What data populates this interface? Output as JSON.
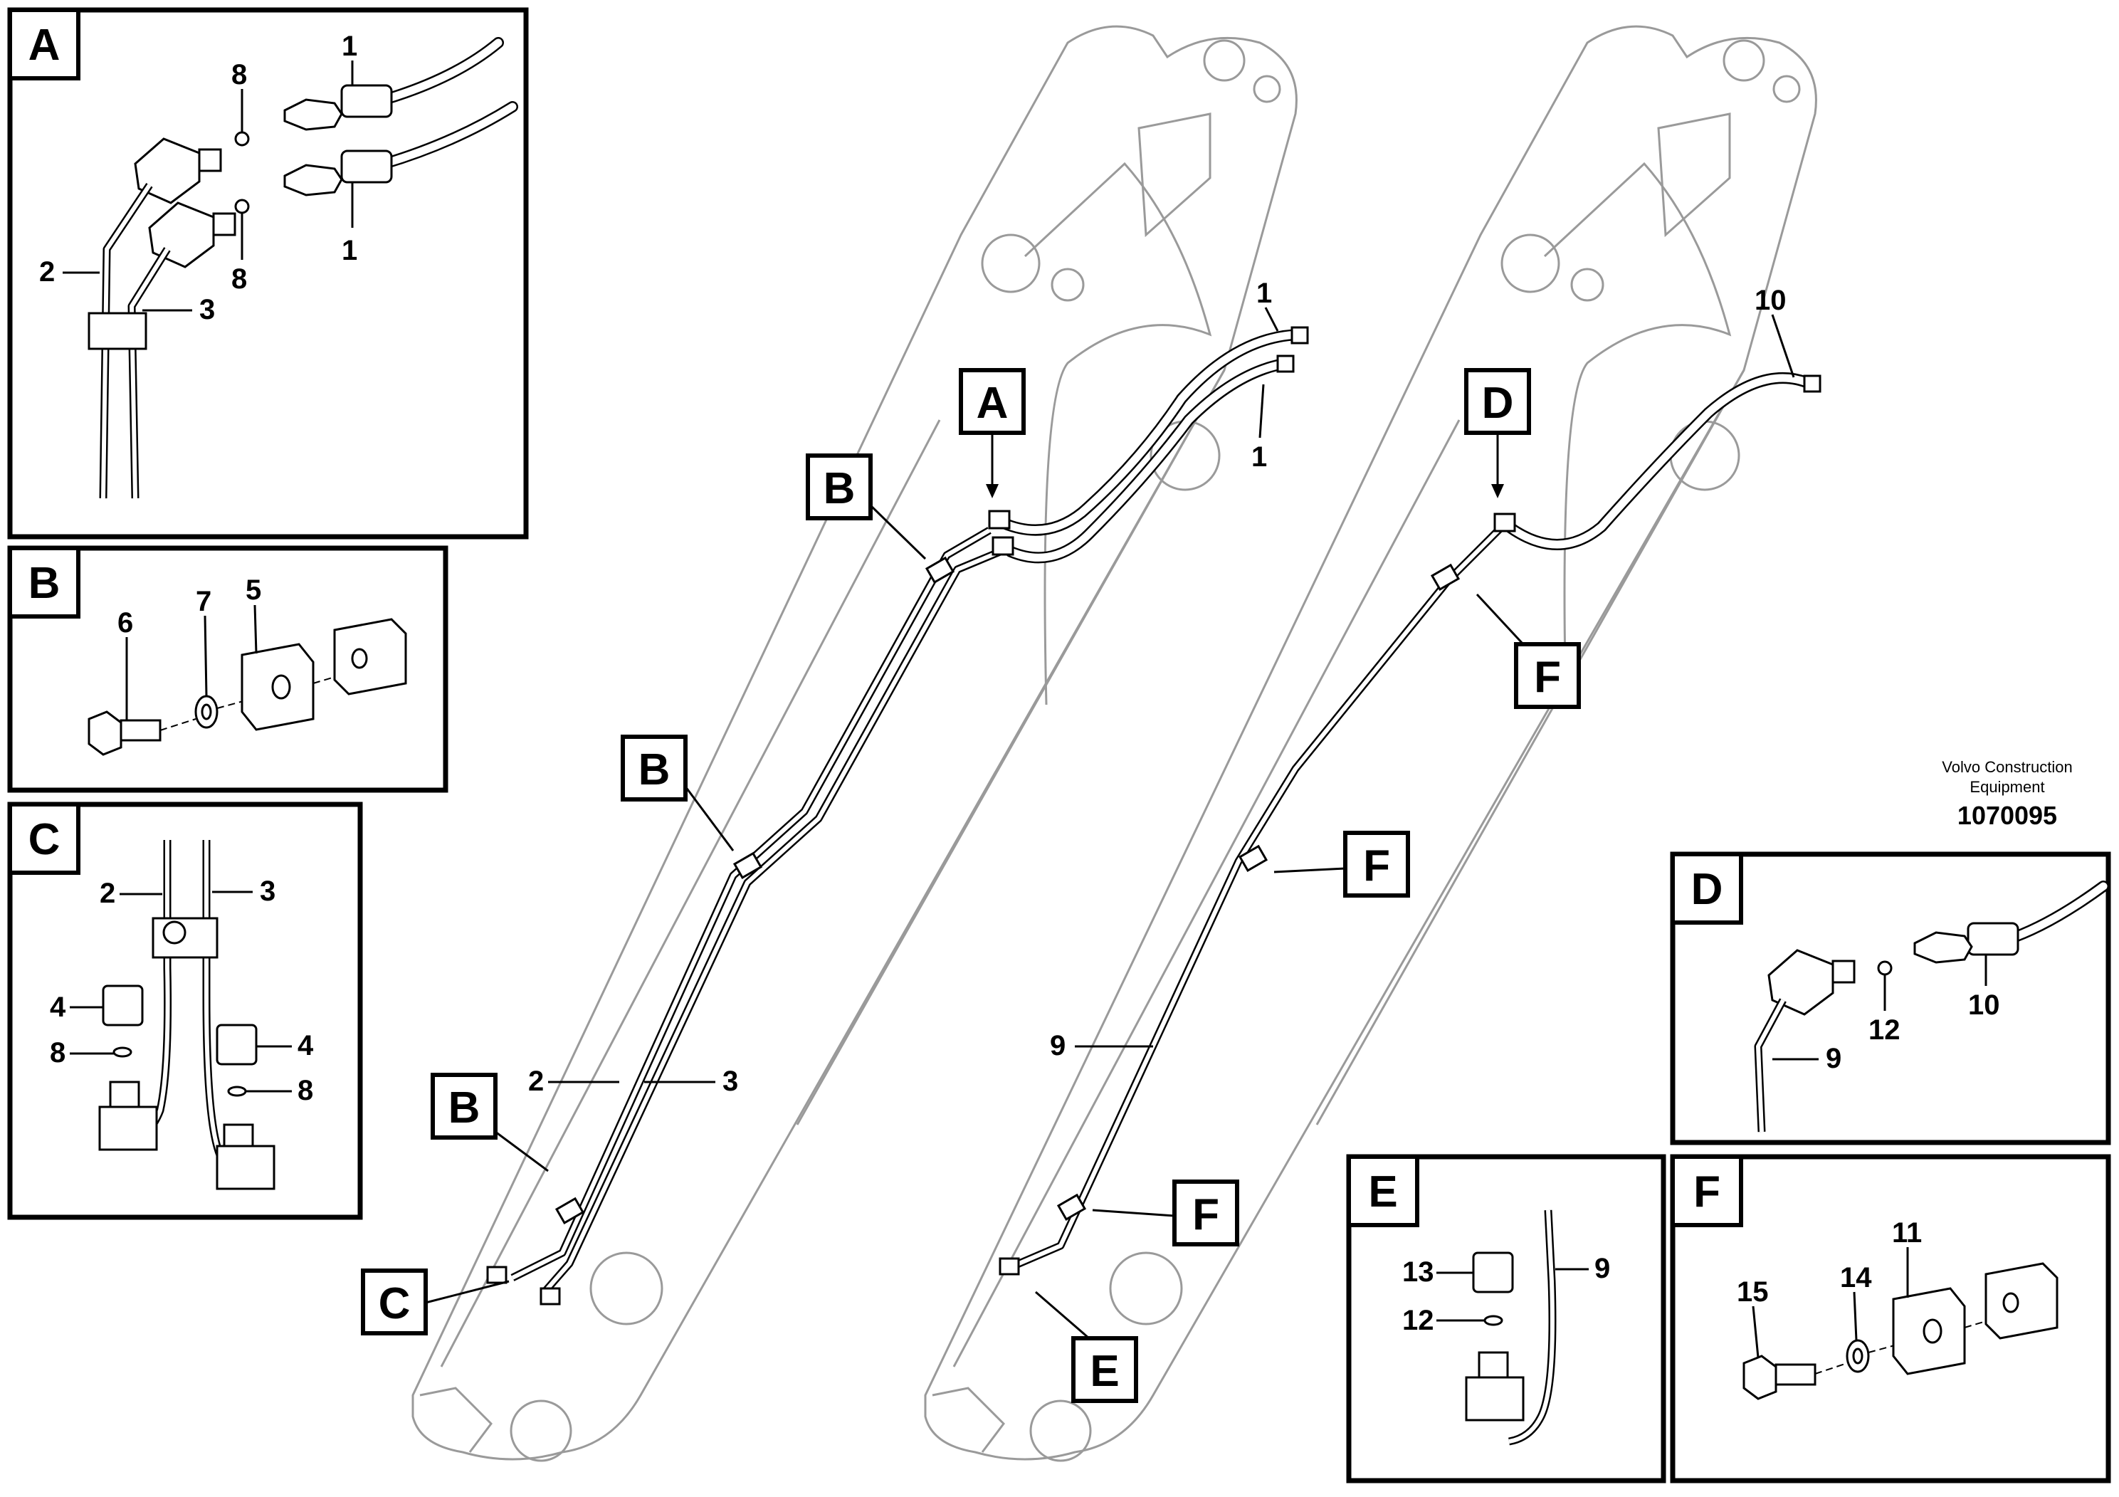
{
  "publisher": {
    "line1": "Volvo Construction",
    "line2": "Equipment",
    "drawing_number": "1070095"
  },
  "detail_views": {
    "A": {
      "letter": "A",
      "parts": [
        "1",
        "1",
        "8",
        "8",
        "2",
        "3"
      ]
    },
    "B": {
      "letter": "B",
      "parts": [
        "6",
        "7",
        "5"
      ]
    },
    "C": {
      "letter": "C",
      "parts": [
        "2",
        "3",
        "4",
        "4",
        "8",
        "8"
      ]
    },
    "D": {
      "letter": "D",
      "parts": [
        "12",
        "10",
        "9"
      ]
    },
    "E": {
      "letter": "E",
      "parts": [
        "13",
        "12",
        "9"
      ]
    },
    "F": {
      "letter": "F",
      "parts": [
        "11",
        "15",
        "14"
      ]
    }
  },
  "main_view": {
    "left_boom": {
      "callouts": [
        "A",
        "B",
        "B",
        "B",
        "C"
      ],
      "parts": [
        "1",
        "1",
        "2",
        "3"
      ]
    },
    "right_boom": {
      "callouts": [
        "D",
        "F",
        "F",
        "F",
        "E"
      ],
      "parts": [
        "10",
        "9"
      ]
    }
  },
  "colors": {
    "line": "#000000",
    "background": "#ffffff",
    "boom_outline": "#9a9a9a"
  }
}
